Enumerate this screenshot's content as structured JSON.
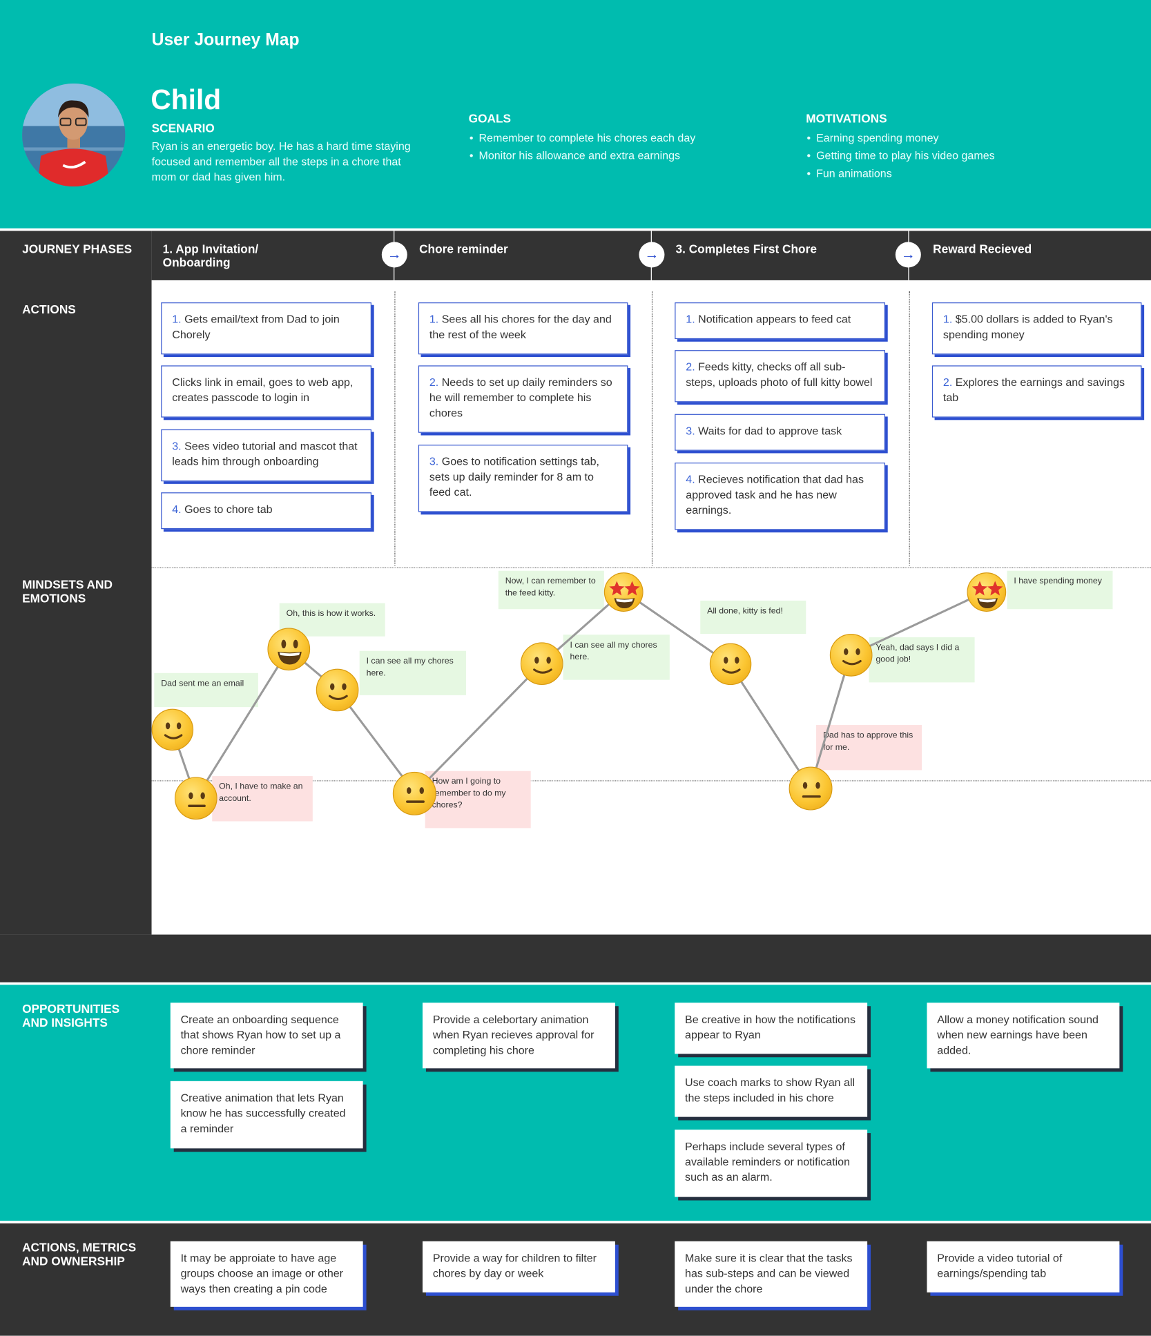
{
  "header": {
    "map_title": "User Journey Map",
    "persona": "Child",
    "scenario_label": "SCENARIO",
    "scenario_text": "Ryan is an energetic boy.  He has a hard time staying focused and remember all the steps in a chore that mom or dad has given him.",
    "goals_label": "GOALS",
    "goals": [
      "Remember to complete his chores each day",
      "Monitor his  allowance and extra earnings"
    ],
    "motivations_label": "MOTIVATIONS",
    "motivations": [
      "Earning spending money",
      "Getting time to play his video games",
      "Fun animations"
    ]
  },
  "sections": {
    "phases": "JOURNEY PHASES",
    "actions": "ACTIONS",
    "mindsets": "MINDSETS AND EMOTIONS",
    "opportunities": "OPPORTUNITIES AND INSIGHTS",
    "metrics": "ACTIONS, METRICS AND OWNERSHIP"
  },
  "phases": [
    "1. App Invitation/ Onboarding",
    "Chore reminder",
    "3. Completes First Chore",
    "Reward Recieved"
  ],
  "actions": [
    [
      {
        "n": "1.",
        "t": " Gets email/text from Dad to join Chorely"
      },
      {
        "n": "",
        "t": "Clicks link in email, goes to web app, creates passcode to login in"
      },
      {
        "n": "3.",
        "t": " Sees video tutorial and mascot that leads him through onboarding"
      },
      {
        "n": "4.",
        "t": " Goes to chore tab"
      }
    ],
    [
      {
        "n": "1.",
        "t": " Sees all his chores for the day and the rest of the week"
      },
      {
        "n": "2.",
        "t": " Needs to set up daily reminders so he will remember to complete his chores"
      },
      {
        "n": "3.",
        "t": " Goes to notification settings tab, sets up daily reminder for 8 am to feed cat."
      }
    ],
    [
      {
        "n": "1.",
        "t": " Notification appears to feed cat"
      },
      {
        "n": "2.",
        "t": " Feeds kitty, checks off all sub-steps, uploads photo of full kitty bowel"
      },
      {
        "n": "3.",
        "t": " Waits for dad to approve task"
      },
      {
        "n": "4.",
        "t": " Recieves notification that dad has approved task and he has new earnings."
      }
    ],
    [
      {
        "n": "1.",
        "t": " $5.00 dollars is added to Ryan's spending money"
      },
      {
        "n": "2.",
        "t": " Explores the earnings and savings tab"
      }
    ]
  ],
  "emotions": [
    {
      "note": "Dad sent me an email",
      "mood": "happy",
      "tone": "positive"
    },
    {
      "note": "Oh, I have to  make an account.",
      "mood": "neutral",
      "tone": "negative"
    },
    {
      "note": "Oh, this is how it works.",
      "mood": "grinning",
      "tone": "positive"
    },
    {
      "note": "I can see all my chores here.",
      "mood": "happy",
      "tone": "positive"
    },
    {
      "note": "How am I going to remember to do my chores?",
      "mood": "neutral",
      "tone": "negative"
    },
    {
      "note": "I can see all my chores here.",
      "mood": "happy",
      "tone": "positive"
    },
    {
      "note": "Now, I can remember to the feed kitty.",
      "mood": "star-struck",
      "tone": "positive"
    },
    {
      "note": "All done, kitty is fed!",
      "mood": "happy",
      "tone": "positive"
    },
    {
      "note": "Dad has to approve this for me.",
      "mood": "neutral",
      "tone": "negative"
    },
    {
      "note": "Yeah, dad says I did a good job!",
      "mood": "happy",
      "tone": "positive"
    },
    {
      "note": "I have spending money",
      "mood": "star-struck",
      "tone": "positive"
    }
  ],
  "opportunities": [
    [
      "Create an onboarding sequence that shows Ryan how to set up a chore reminder",
      "Creative animation that lets Ryan know he has successfully created a reminder"
    ],
    [
      "Provide a celebortary animation when Ryan recieves approval for completing his chore"
    ],
    [
      "Be creative in how the notifications appear to Ryan",
      "Use coach marks to show Ryan all the steps included in his chore",
      "Perhaps include several types of available reminders or notification such as an alarm."
    ],
    [
      "Allow a money notification sound when new earnings have been added."
    ]
  ],
  "metrics": [
    "It may be approiate to have age groups choose an image or other ways then creating a pin code",
    "Provide a way for children to filter chores by day or week",
    "Make sure it is clear that the tasks has sub-steps and can be viewed under the chore",
    "Provide a video tutorial of earnings/spending tab"
  ],
  "colors": {
    "teal": "#00BCAF",
    "dark": "#333333",
    "accent": "#2D4FD0"
  }
}
